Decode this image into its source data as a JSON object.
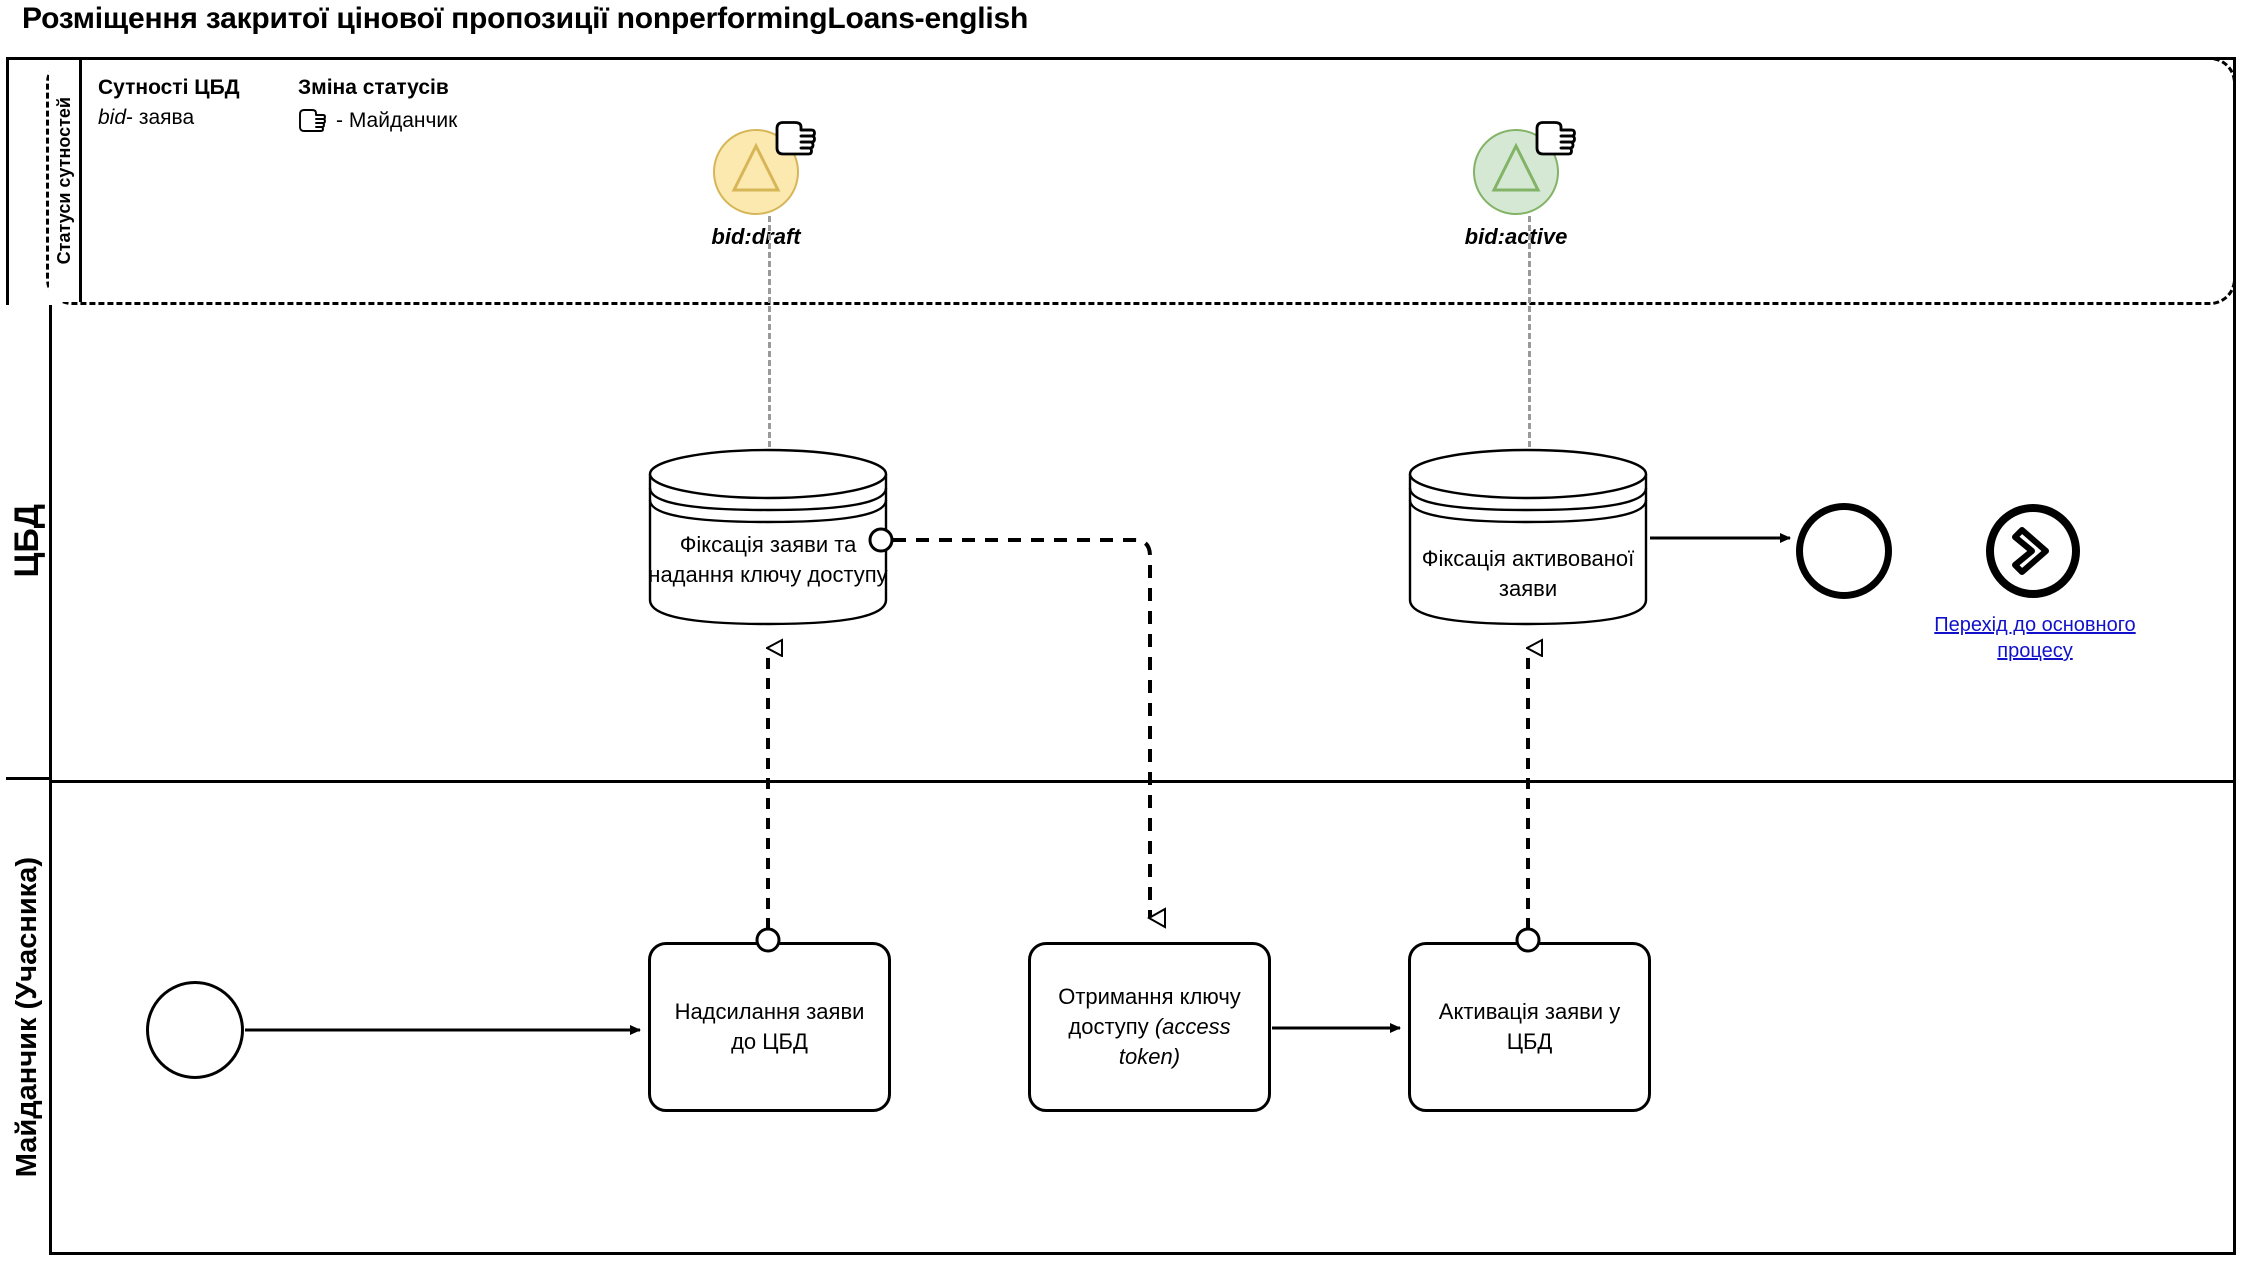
{
  "title": "Розміщення закритої цінової пропозиції nonperformingLoans-english",
  "lanes": {
    "statuses": "Статуси сутностей",
    "cbd": "ЦБД",
    "maidanchyk": "Майданчик (Учасника)"
  },
  "legend": {
    "entities_title": "Сутності ЦБД",
    "entities_item_term": "bid",
    "entities_item_desc": " - заява",
    "status_change_title": "Зміна статусів",
    "status_change_item": " - Майданчик",
    "status_change_icon": "hand-icon"
  },
  "statuses": [
    {
      "id": "bid-draft",
      "label": "bid:draft",
      "fill": "#fbe9b0",
      "stroke": "#d6b656",
      "icon": "triangle-icon"
    },
    {
      "id": "bid-active",
      "label": "bid:active",
      "fill": "#d5e8d4",
      "stroke": "#82b366",
      "icon": "triangle-icon"
    }
  ],
  "datastores": [
    {
      "id": "ds-fix-bid",
      "label": "Фіксація заяви та надання ключу доступу"
    },
    {
      "id": "ds-fix-active",
      "label": "Фіксація активованої заяви"
    }
  ],
  "tasks": [
    {
      "id": "task-send-bid",
      "line1": "Надсилання заяви",
      "line2": "до ЦБД",
      "italic": ""
    },
    {
      "id": "task-get-token",
      "line1": "Отримання ключу",
      "line2": "доступу ",
      "italic": "(access token)"
    },
    {
      "id": "task-activate-bid",
      "line1": "Активація заяви у",
      "line2": "ЦБД",
      "italic": ""
    }
  ],
  "events": {
    "start_label": "",
    "end_label": "",
    "link_label": "Перехід до основного процесу",
    "link_color": "#1111cc"
  },
  "colors": {
    "stroke": "#000000",
    "connector_gray": "#9a9a9a",
    "draft_fill": "#fbe9b0",
    "draft_stroke": "#d6b656",
    "active_fill": "#d5e8d4",
    "active_stroke": "#82b366"
  }
}
